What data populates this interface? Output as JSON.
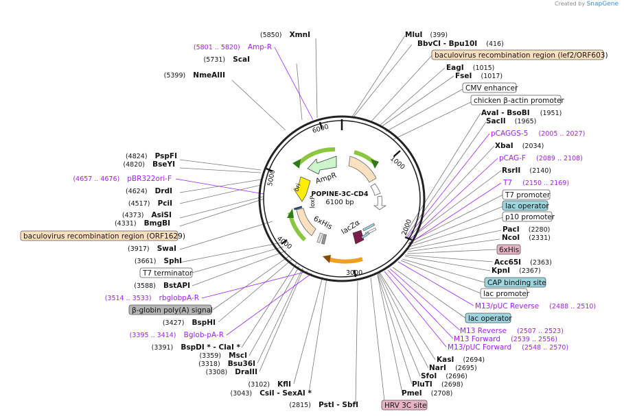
{
  "credit": {
    "created_by": "Created by",
    "brand": "SnapGene"
  },
  "plasmid": {
    "name": "POPINE-3C-CD4",
    "size": "6100 bp"
  },
  "ticks": [
    "1000",
    "2000",
    "3000",
    "4000",
    "5000",
    "6000"
  ],
  "features_inner": [
    "AmpR",
    "ori",
    "6xHis",
    "lacZα",
    "loxP"
  ],
  "labels_left": [
    {
      "pos": "(5850)",
      "name": "XmnI"
    },
    {
      "pos": "(5801 .. 5820)",
      "name": "Amp-R",
      "kind": "primer"
    },
    {
      "pos": "(5731)",
      "name": "ScaI"
    },
    {
      "pos": "(5399)",
      "name": "NmeAIII"
    },
    {
      "pos": "(4824)",
      "name": "PspFI"
    },
    {
      "pos": "(4820)",
      "name": "BseYI"
    },
    {
      "pos": "(4657 .. 4676)",
      "name": "pBR322ori-F",
      "kind": "primer"
    },
    {
      "pos": "(4624)",
      "name": "DrdI"
    },
    {
      "pos": "(4517)",
      "name": "PciI"
    },
    {
      "pos": "(4373)",
      "name": "AsiSI"
    },
    {
      "pos": "(4331)",
      "name": "BmgBI"
    },
    {
      "name": "baculovirus recombination region (ORF1629)",
      "kind": "box-tan"
    },
    {
      "pos": "(3917)",
      "name": "SwaI"
    },
    {
      "pos": "(3661)",
      "name": "SphI"
    },
    {
      "name": "T7 terminator",
      "kind": "box-white"
    },
    {
      "pos": "(3588)",
      "name": "BstAPI"
    },
    {
      "pos": "(3514 .. 3533)",
      "name": "rbglobpA-R",
      "kind": "primer"
    },
    {
      "name": "β-globin poly(A) signal",
      "kind": "box-gray"
    },
    {
      "pos": "(3427)",
      "name": "BspHI"
    },
    {
      "pos": "(3395 .. 3414)",
      "name": "Bglob-pA-R",
      "kind": "primer"
    },
    {
      "pos": "(3391)",
      "name": "BspDI * - ClaI *"
    },
    {
      "pos": "(3359)",
      "name": "MscI"
    },
    {
      "pos": "(3318)",
      "name": "Bsu36I"
    },
    {
      "pos": "(3308)",
      "name": "DraIII"
    },
    {
      "pos": "(3102)",
      "name": "KflI"
    },
    {
      "pos": "(3043)",
      "name": "CsiI - SexAI *"
    },
    {
      "pos": "(2815)",
      "name": "PstI - SbfI"
    }
  ],
  "labels_right": [
    {
      "name": "MluI",
      "pos": "(399)"
    },
    {
      "name": "BbvCI - Bpu10I",
      "pos": "(416)"
    },
    {
      "name": "baculovirus recombination region (lef2/ORF603)",
      "kind": "box-tan"
    },
    {
      "name": "EagI",
      "pos": "(1015)"
    },
    {
      "name": "FseI",
      "pos": "(1017)"
    },
    {
      "name": "CMV enhancer",
      "kind": "box-white"
    },
    {
      "name": "chicken β-actin promoter",
      "kind": "box-white"
    },
    {
      "name": "AvaI - BsoBI",
      "pos": "(1951)"
    },
    {
      "name": "SacII",
      "pos": "(1965)"
    },
    {
      "name": "pCAGGS-5",
      "pos": "(2005 .. 2027)",
      "kind": "primer"
    },
    {
      "name": "XbaI",
      "pos": "(2034)"
    },
    {
      "name": "pCAG-F",
      "pos": "(2089 .. 2108)",
      "kind": "primer"
    },
    {
      "name": "RsrII",
      "pos": "(2140)"
    },
    {
      "name": "T7",
      "pos": "(2150 .. 2169)",
      "kind": "primer"
    },
    {
      "name": "T7 promoter",
      "kind": "box-white"
    },
    {
      "name": "lac operator",
      "kind": "box-teal"
    },
    {
      "name": "p10 promoter",
      "kind": "box-white"
    },
    {
      "name": "PacI",
      "pos": "(2280)"
    },
    {
      "name": "NcoI",
      "pos": "(2331)"
    },
    {
      "name": "6xHis",
      "kind": "box-pink"
    },
    {
      "name": "Acc65I",
      "pos": "(2363)"
    },
    {
      "name": "KpnI",
      "pos": "(2367)"
    },
    {
      "name": "CAP binding site",
      "kind": "box-teal"
    },
    {
      "name": "lac promoter",
      "kind": "box-white"
    },
    {
      "name": "M13/pUC Reverse",
      "pos": "(2488 .. 2510)",
      "kind": "primer"
    },
    {
      "name": "lac operator",
      "kind": "box-teal"
    },
    {
      "name": "M13 Reverse",
      "pos": "(2507 .. 2523)",
      "kind": "primer"
    },
    {
      "name": "M13 Forward",
      "pos": "(2539 .. 2556)",
      "kind": "primer"
    },
    {
      "name": "M13/pUC Forward",
      "pos": "(2548 .. 2570)",
      "kind": "primer"
    },
    {
      "name": "KasI",
      "pos": "(2694)"
    },
    {
      "name": "NarI",
      "pos": "(2695)"
    },
    {
      "name": "SfoI",
      "pos": "(2696)"
    },
    {
      "name": "PluTI",
      "pos": "(2698)"
    },
    {
      "name": "PmeI",
      "pos": "(2708)"
    },
    {
      "name": "HRV 3C site",
      "kind": "box-pink"
    }
  ]
}
